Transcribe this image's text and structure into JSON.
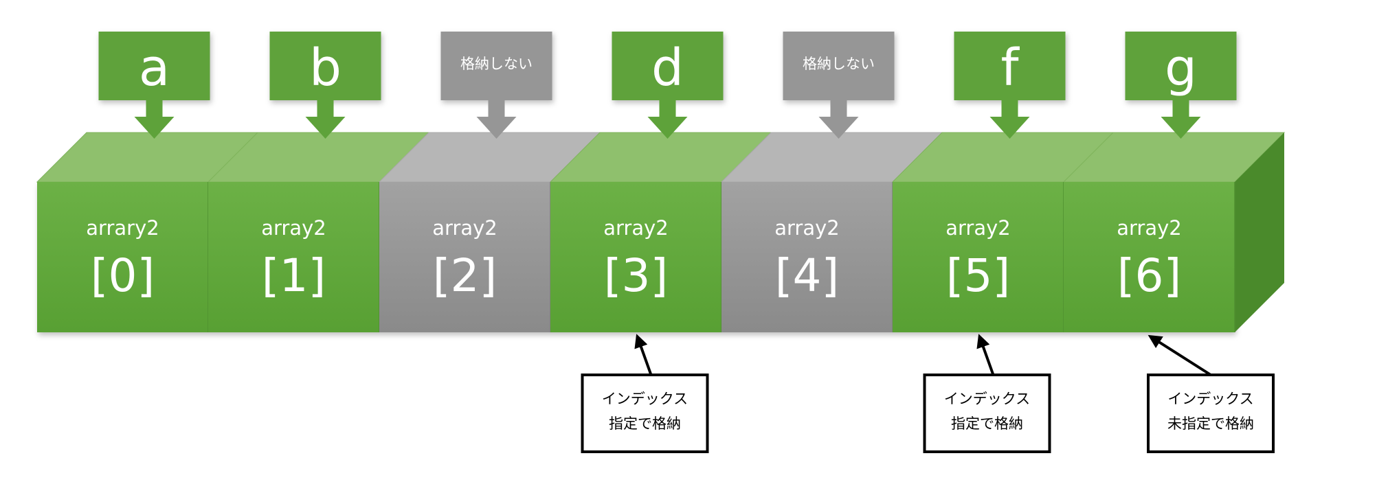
{
  "colors": {
    "green": "#5fa53a",
    "green_light": "#8fc06d",
    "green_dark": "#4a8a2b",
    "gray": "#939393",
    "gray_light": "#b6b6b6",
    "gray_dark": "#7a7a7a"
  },
  "cells": [
    {
      "var": "arrary2",
      "index": "[0]",
      "stored": true,
      "input": "a"
    },
    {
      "var": "array2",
      "index": "[1]",
      "stored": true,
      "input": "b"
    },
    {
      "var": "array2",
      "index": "[2]",
      "stored": false,
      "input": "格納しない"
    },
    {
      "var": "array2",
      "index": "[3]",
      "stored": true,
      "input": "d"
    },
    {
      "var": "array2",
      "index": "[4]",
      "stored": false,
      "input": "格納しない"
    },
    {
      "var": "array2",
      "index": "[5]",
      "stored": true,
      "input": "f"
    },
    {
      "var": "array2",
      "index": "[6]",
      "stored": true,
      "input": "g"
    }
  ],
  "notes": [
    {
      "cell": 3,
      "lines": [
        "インデックス",
        "指定で格納"
      ]
    },
    {
      "cell": 5,
      "lines": [
        "インデックス",
        "指定で格納"
      ]
    },
    {
      "cell": 6,
      "lines": [
        "インデックス",
        "未指定で格納"
      ]
    }
  ]
}
